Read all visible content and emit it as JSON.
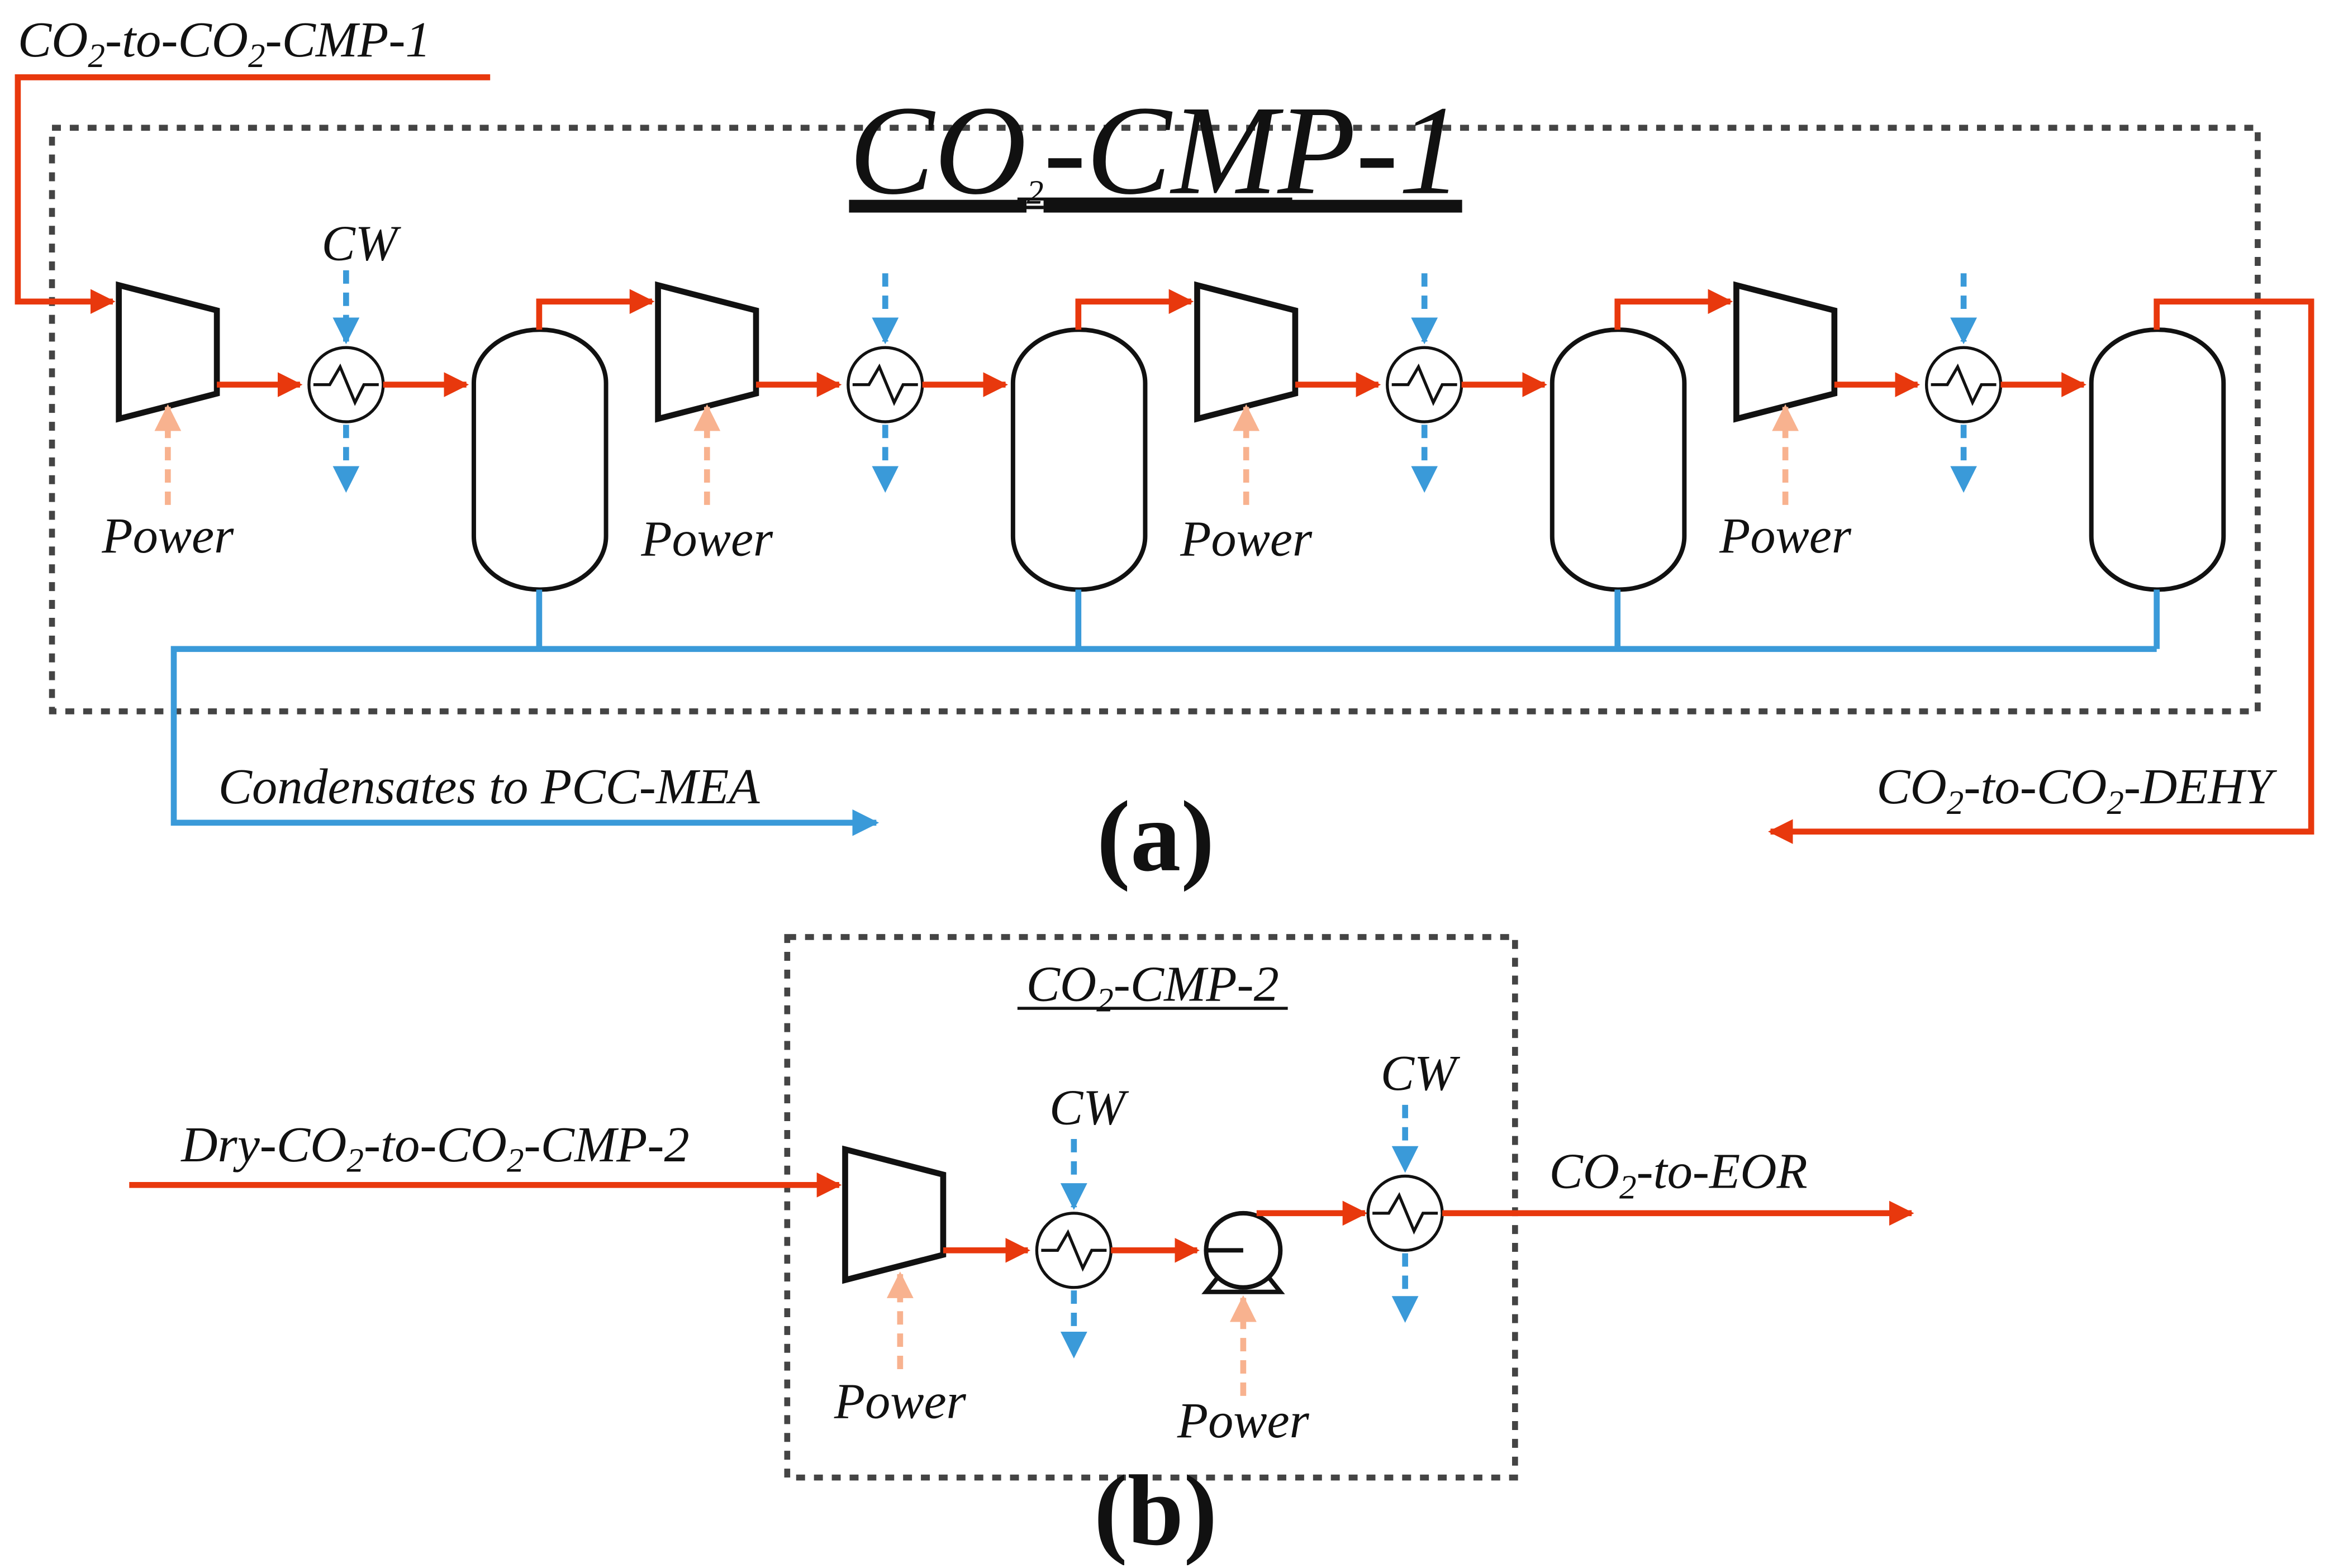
{
  "colors": {
    "co2_stream": "#E8380D",
    "water_stream": "#3A9AD9",
    "power_line": "#F8B28F",
    "equipment": "#111111",
    "boundary": "#444444"
  },
  "panel_a": {
    "caption": "(a)",
    "box_title": {
      "pre": "CO",
      "sub": "2",
      "post": "-CMP-1"
    },
    "inlet_label": {
      "p1": "CO",
      "s1": "2",
      "p2": "-to-CO",
      "s2": "2",
      "p3": "-CMP-1"
    },
    "outlet_label": {
      "p1": "CO",
      "s1": "2",
      "p2": "-to-CO",
      "s2": "2",
      "p3": "-DEHY"
    },
    "condensate_label": "Condensates to PCC-MEA",
    "cw_label": "CW",
    "stage_power_labels": [
      "Power",
      "Power",
      "Power",
      "Power"
    ],
    "stage_icons": [
      "compressor-icon",
      "heat-exchanger-icon",
      "knockout-drum-icon"
    ]
  },
  "panel_b": {
    "caption": "(b)",
    "box_title": {
      "pre": "CO",
      "sub": "2",
      "post": "-CMP-2"
    },
    "inlet_label": {
      "p1": "Dry-CO",
      "s1": "2",
      "p2": "-to-CO",
      "s2": "2",
      "p3": "-CMP-2"
    },
    "outlet_label": {
      "p1": "CO",
      "s1": "2",
      "p2": "-to-EOR"
    },
    "cw_labels": [
      "CW",
      "CW"
    ],
    "power_labels": [
      "Power",
      "Power"
    ],
    "icons": [
      "compressor-icon",
      "heat-exchanger-icon",
      "pump-icon",
      "heat-exchanger-icon"
    ]
  }
}
